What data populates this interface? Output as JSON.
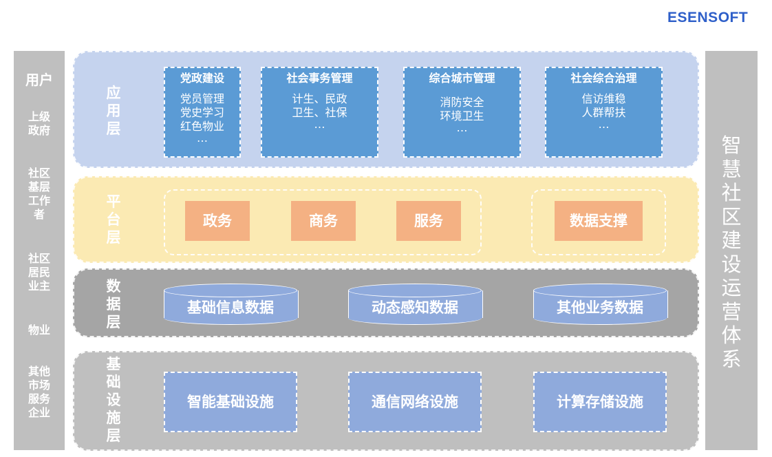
{
  "brand": "ESENSOFT",
  "users": {
    "title": "用户",
    "items": [
      "上级政府",
      "社区基层工作者",
      "社区居民业主",
      "物业",
      "其他市场服务企业"
    ]
  },
  "side_title": "智慧社区建设运营体系",
  "layers": {
    "app": {
      "title": "应用层",
      "cards": [
        {
          "title": "党政建设",
          "items": [
            "党员管理",
            "党史学习",
            "红色物业",
            "…"
          ]
        },
        {
          "title": "社会事务管理",
          "items": [
            "计生、民政",
            "卫生、社保",
            "…"
          ]
        },
        {
          "title": "综合城市管理",
          "items": [
            "消防安全",
            "环境卫生",
            "…"
          ]
        },
        {
          "title": "社会综合治理",
          "items": [
            "信访维稳",
            "人群帮扶",
            "…"
          ]
        }
      ]
    },
    "platform": {
      "title": "平台层",
      "boxes": [
        "政务",
        "商务",
        "服务",
        "数据支撑"
      ]
    },
    "data": {
      "title": "数据层",
      "stores": [
        "基础信息数据",
        "动态感知数据",
        "其他业务数据"
      ]
    },
    "base": {
      "title": "基础设施层",
      "boxes": [
        "智能基础设施",
        "通信网络设施",
        "计算存储设施"
      ]
    }
  }
}
